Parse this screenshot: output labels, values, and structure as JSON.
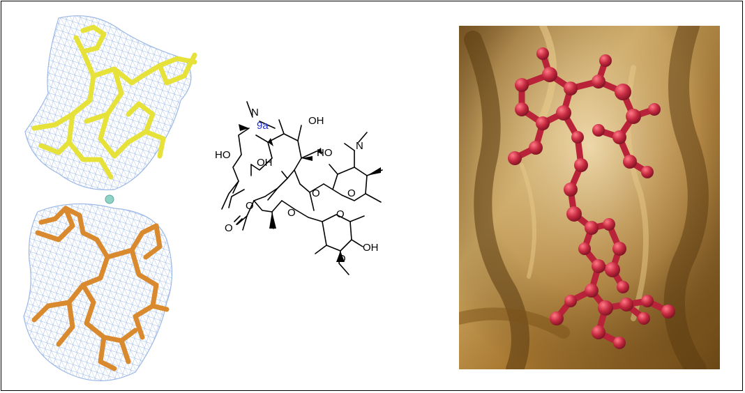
{
  "colors": {
    "density_mesh": "#9bb8e6",
    "upper_molecule": "#e6e23a",
    "lower_molecule": "#d98a2e",
    "marker_9a": "#1f2fd6",
    "surface": "#a8782a",
    "ligand": "#b8233a"
  },
  "structure": {
    "label_9a": "9a",
    "atoms": {
      "n_ring": "N",
      "n_sugar": "N",
      "oh_top": "OH",
      "ho_sugar": "HO",
      "ho_left": "HO",
      "oh_left": "OH",
      "o_ester": "O",
      "o_carbonyl": "O",
      "o_glyco1": "O",
      "o_ring1": "O",
      "o_glyco2": "O",
      "o_ring2": "O",
      "oh_cladinose": "OH",
      "o_methoxy": "O"
    }
  }
}
